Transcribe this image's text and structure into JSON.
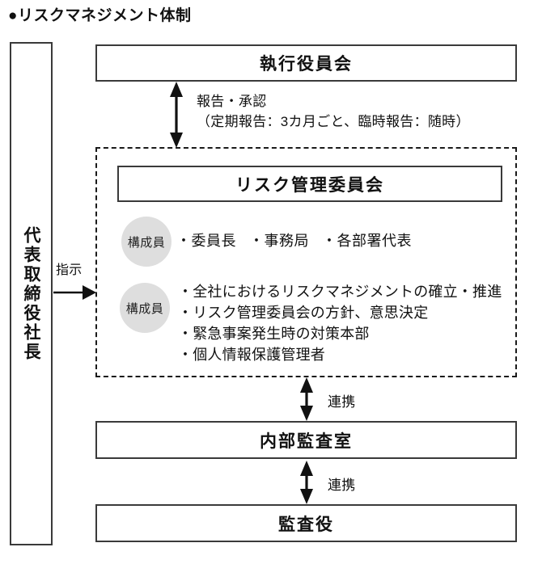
{
  "title": "●リスクマネジメント体制",
  "president": {
    "label": "代表取締役社長"
  },
  "executive": {
    "label": "執行役員会"
  },
  "committee": {
    "label": "リスク管理委員会"
  },
  "members_row_1": {
    "circle_label": "構成員",
    "items": [
      "・委員長",
      "・事務局",
      "・各部署代表"
    ]
  },
  "members_row_2": {
    "circle_label": "構成員",
    "items": [
      "・全社におけるリスクマネジメントの確立・推進",
      "・リスク管理委員会の方針、意思決定",
      "・緊急事案発生時の対策本部",
      "・個人情報保護管理者"
    ]
  },
  "arrows": {
    "report_line1": "報告・承認",
    "report_line2": "（定期報告：3カ月ごと、臨時報告：随時）",
    "instruct": "指示",
    "liaison_1": "連携",
    "liaison_2": "連携"
  },
  "audit_room": {
    "label": "内部監査室"
  },
  "auditor": {
    "label": "監査役"
  },
  "colors": {
    "box_border": "#3a3a3a",
    "dashed_border": "#1a1a1a",
    "circle_fill": "#dedede",
    "text": "#111111",
    "background": "#ffffff"
  }
}
